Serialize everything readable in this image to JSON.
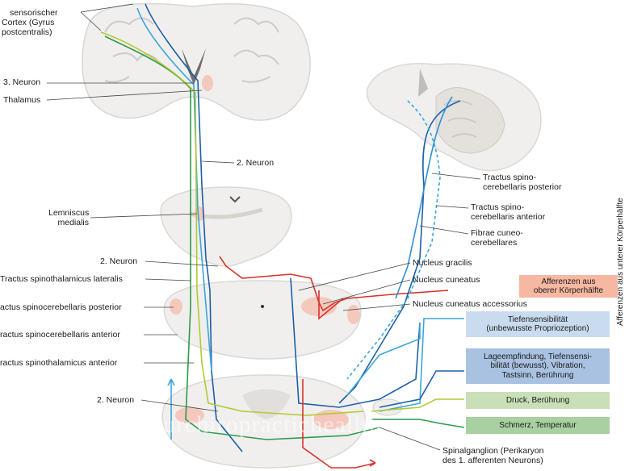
{
  "labels": {
    "cortex": [
      "sensorischer",
      "Cortex (Gyrus",
      "postcentralis)"
    ],
    "neuron3": "3. Neuron",
    "thalamus": "Thalamus",
    "neuron2_top": "2. Neuron",
    "lemniscus": [
      "Lemniscus",
      "medialis"
    ],
    "neuron2_mid": "2. Neuron",
    "tract_stl": "Tractus spinothalamicus lateralis",
    "tract_scp": "actus spinocerebellaris posterior",
    "tract_sca": "ractus spinocerebellaris anterior",
    "tract_sta": "ractus spinothalamicus anterior",
    "neuron2_low": "2. Neuron",
    "tscp_right": [
      "Tractus spino-",
      "cerebellaris posterior"
    ],
    "tsca_right": [
      "Tractus spino-",
      "cerebellaris anterior"
    ],
    "fibrae": [
      "Fibrae cuneo-",
      "cerebellares"
    ],
    "n_gracilis": "Nucleus gracilis",
    "n_cuneatus": "Nucleus cuneatus",
    "n_cuneatus_acc": "Nucleus cuneatus accessorius",
    "spinalganglion": [
      "Spinalganglion (Perikaryon",
      "des 1. afferenten Neurons)"
    ]
  },
  "boxes": {
    "afferenzen_oben": [
      "Afferenzen aus",
      "oberer Körperhälfte"
    ],
    "tiefen": [
      "Tiefensensibilität",
      "(unbewusste Propriozeption)"
    ],
    "lage": [
      "Lageempfindung, Tiefensensi-",
      "bilität (bewusst), Vibration,",
      "Tastsinn, Berührung"
    ],
    "druck": "Druck, Berührung",
    "schmerz": "Schmerz, Temperatur"
  },
  "side_label": "Afferenzen aus unterer Körperhälfte",
  "watermark": "yourchiropracticheallth.com",
  "colors": {
    "blue_dark": "#1f5fa8",
    "blue_light": "#3aa6d8",
    "green": "#2e9a4a",
    "yellowgreen": "#b5c832",
    "red": "#d8342c",
    "box_blue_light": "#c9dcef",
    "box_blue": "#a9c2e2",
    "box_green": "#c8dfb8",
    "box_green2": "#a9d0a0",
    "box_red": "#f6b8a2"
  }
}
